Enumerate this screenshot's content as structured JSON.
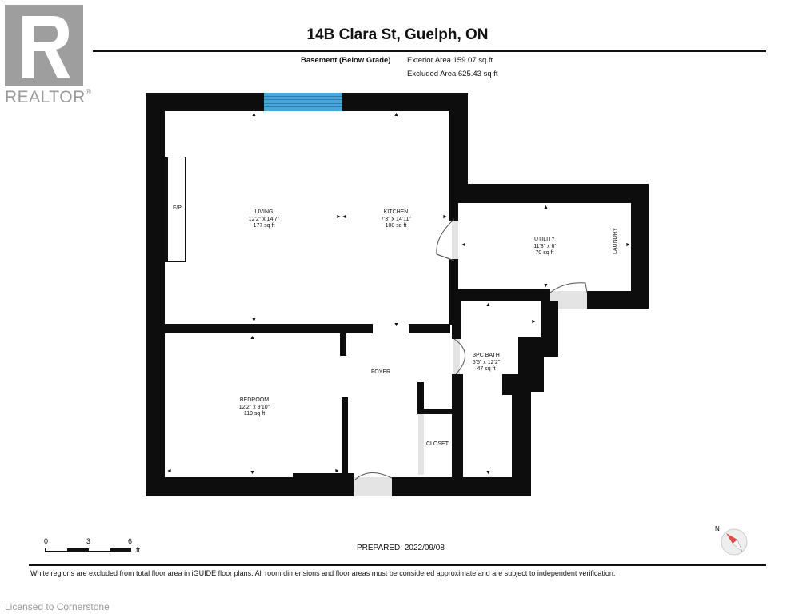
{
  "watermark_logo": {
    "brand_text": "REALTOR",
    "reg_mark": "®"
  },
  "title": "14B Clara St, Guelph, ON",
  "header": {
    "level_label": "Basement (Below Grade)",
    "exterior_area": "Exterior Area 159.07 sq ft",
    "excluded_area": "Excluded Area 625.43 sq ft"
  },
  "rooms": {
    "living": {
      "name": "LIVING",
      "dims": "12'2\" x 14'7\"",
      "area": "177 sq ft"
    },
    "kitchen": {
      "name": "KITCHEN",
      "dims": "7'3\" x 14'11\"",
      "area": "108 sq ft"
    },
    "utility": {
      "name": "UTILITY",
      "dims": "11'8\" x 6'",
      "area": "70 sq ft"
    },
    "bedroom": {
      "name": "BEDROOM",
      "dims": "12'2\" x 9'10\"",
      "area": "119 sq ft"
    },
    "bath": {
      "name": "3PC BATH",
      "dims": "5'5\" x 12'2\"",
      "area": "47 sq ft"
    },
    "foyer": {
      "name": "FOYER"
    },
    "closet": {
      "name": "CLOSET"
    },
    "laundry": {
      "name": "LAUNDRY"
    },
    "fireplace": {
      "name": "F/P"
    }
  },
  "scale": {
    "t0": "0",
    "t3": "3",
    "t6": "6",
    "unit": "ft"
  },
  "prepared": "PREPARED:  2022/09/08",
  "compass": {
    "north": "N"
  },
  "footer_note": "White regions are excluded from total floor area in iGUIDE floor plans. All room dimensions and floor areas must be considered approximate and are subject to independent verification.",
  "license": "Licensed to Cornerstone",
  "colors": {
    "wall": "#0d0d0d",
    "window": "#4aa6d8",
    "watermark": "#9e9e9e",
    "compass": "#e04a4a"
  }
}
